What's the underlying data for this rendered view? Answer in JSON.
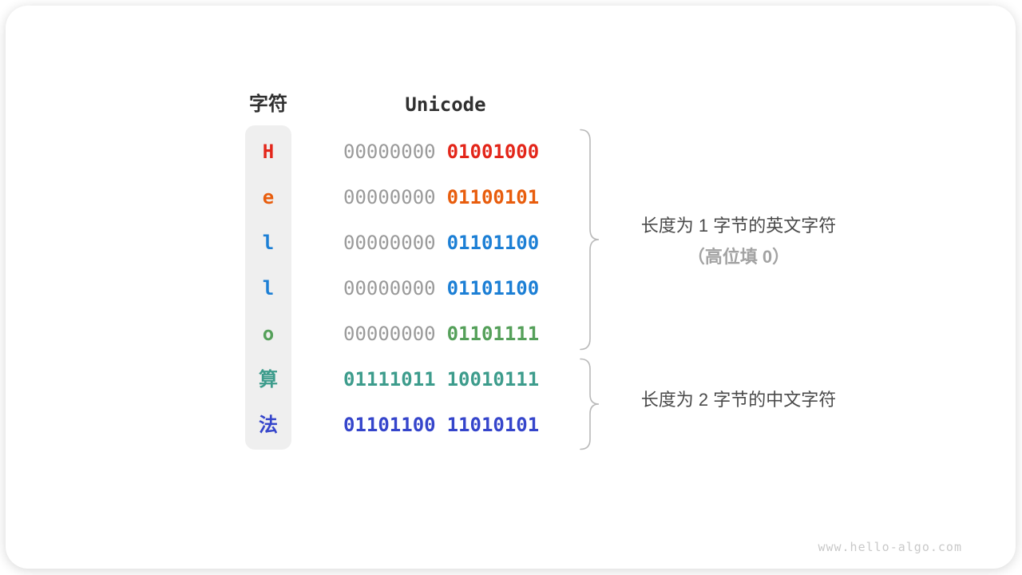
{
  "colors": {
    "red": "#e3261a",
    "orange": "#e85d0d",
    "blue": "#1c7fd5",
    "green": "#55a05a",
    "teal": "#3d9c8c",
    "indigo": "#3545cb",
    "faded_bits": "#9a9a9a",
    "heading_text": "#303030",
    "annotation_text": "#4a4a4a",
    "annotation_muted": "#a3a3a3",
    "brace": "#b9b9b9",
    "char_column_bg": "#efefef",
    "watermark_text": "#c9c9c9"
  },
  "table": {
    "headers": {
      "char": "字符",
      "unicode": "Unicode"
    },
    "rows": [
      {
        "char": "H",
        "byte1": "00000000",
        "byte2": "01001000",
        "color": "#e3261a",
        "two_byte": false
      },
      {
        "char": "e",
        "byte1": "00000000",
        "byte2": "01100101",
        "color": "#e85d0d",
        "two_byte": false
      },
      {
        "char": "l",
        "byte1": "00000000",
        "byte2": "01101100",
        "color": "#1c7fd5",
        "two_byte": false
      },
      {
        "char": "l",
        "byte1": "00000000",
        "byte2": "01101100",
        "color": "#1c7fd5",
        "two_byte": false
      },
      {
        "char": "o",
        "byte1": "00000000",
        "byte2": "01101111",
        "color": "#55a05a",
        "two_byte": false
      },
      {
        "char": "算",
        "byte1": "01111011",
        "byte2": "10010111",
        "color": "#3d9c8c",
        "two_byte": true
      },
      {
        "char": "法",
        "byte1": "01101100",
        "byte2": "11010101",
        "color": "#3545cb",
        "two_byte": true
      }
    ]
  },
  "annotations": {
    "english": {
      "line1": "长度为 1 字节的英文字符",
      "line2": "（高位填 0）"
    },
    "chinese": {
      "line1": "长度为 2 字节的中文字符"
    }
  },
  "watermark": "www.hello-algo.com"
}
